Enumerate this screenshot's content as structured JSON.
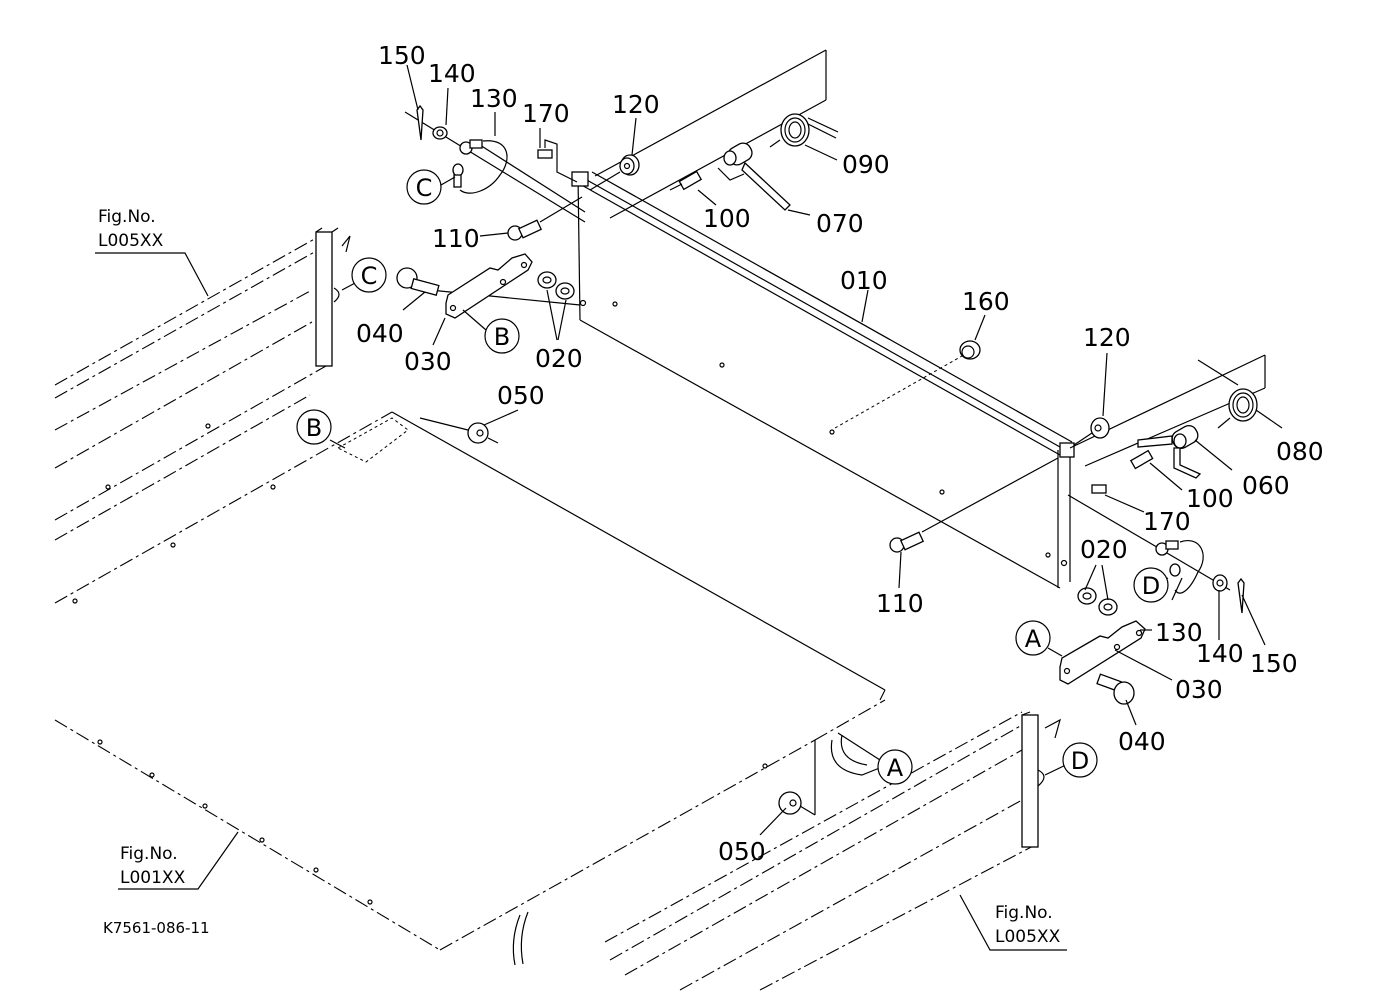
{
  "diagram": {
    "type": "exploded-parts-diagram",
    "drawing_code": "K7561-086-11",
    "figure_refs": [
      {
        "id": "fig-left-top",
        "line1": "Fig.No.",
        "line2": "L005XX"
      },
      {
        "id": "fig-bottom-left",
        "line1": "Fig.No.",
        "line2": "L001XX"
      },
      {
        "id": "fig-bottom-right",
        "line1": "Fig.No.",
        "line2": "L005XX"
      }
    ],
    "connection_markers": [
      "A",
      "B",
      "C",
      "D"
    ],
    "part_labels": {
      "p150_top": "150",
      "p140_top": "140",
      "p130_top": "130",
      "p170_top": "170",
      "p120_top": "120",
      "p090": "090",
      "p100_top": "100",
      "p070": "070",
      "p110_top": "110",
      "p010": "010",
      "p040_left": "040",
      "p030_left": "030",
      "p020_left": "020",
      "p160": "160",
      "p120_right": "120",
      "p080": "080",
      "p060": "060",
      "p100_right": "100",
      "p170_right": "170",
      "p050_top": "050",
      "p110_bottom": "110",
      "p020_right": "020",
      "p130_right": "130",
      "p140_right": "140",
      "p150_right": "150",
      "p030_right": "030",
      "p040_right": "040",
      "p050_bottom": "050"
    },
    "markers": {
      "C_top": "C",
      "C_side": "C",
      "B_link": "B",
      "B_floor": "B",
      "D_right": "D",
      "A_right": "A",
      "A_floor": "A",
      "D_bottom": "D"
    }
  }
}
